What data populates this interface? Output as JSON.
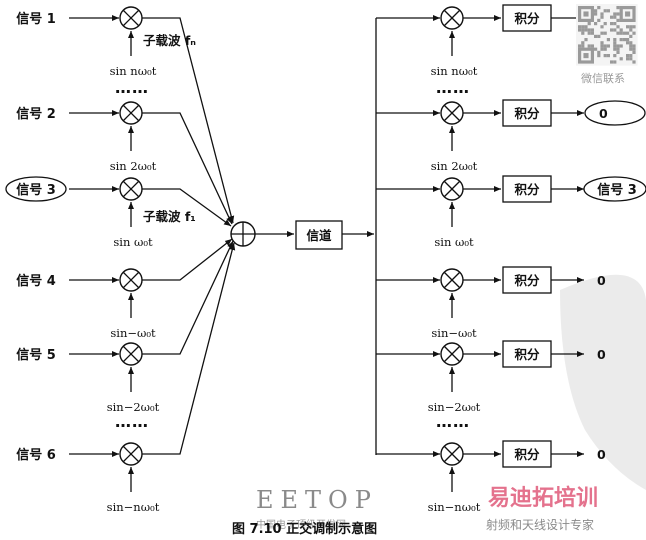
{
  "inputs": [
    {
      "label": "信号 1",
      "carrier": "sin nω₀t",
      "ellipse": false
    },
    {
      "label": "信号 2",
      "carrier": "sin 2ω₀t",
      "ellipse": false
    },
    {
      "label": "信号 3",
      "carrier": "sin ω₀t",
      "ellipse": true
    },
    {
      "label": "信号 4",
      "carrier": "sin−ω₀t",
      "ellipse": false
    },
    {
      "label": "信号 5",
      "carrier": "sin−2ω₀t",
      "ellipse": false
    },
    {
      "label": "信号 6",
      "carrier": "sin−nω₀t",
      "ellipse": false
    }
  ],
  "outputs": [
    {
      "carrier": "sin nω₀t",
      "block": "积分",
      "result": "0",
      "ellipse": false
    },
    {
      "carrier": "sin 2ω₀t",
      "block": "积分",
      "result": "0",
      "ellipse": true
    },
    {
      "carrier": "sin ω₀t",
      "block": "积分",
      "result": "信号 3",
      "ellipse": true
    },
    {
      "carrier": "sin−ω₀t",
      "block": "积分",
      "result": "0",
      "ellipse": false
    },
    {
      "carrier": "sin−2ω₀t",
      "block": "积分",
      "result": "0",
      "ellipse": false
    },
    {
      "carrier": "sin−nω₀t",
      "block": "积分",
      "result": "0",
      "ellipse": false
    }
  ],
  "subcarrier_n": "子载波 fₙ",
  "subcarrier_1": "子载波 f₁",
  "dots": "……",
  "channel": "信道",
  "caption": "图 7.10  正交调制示意图",
  "watermarks": {
    "eetop": "EETOP",
    "eetop_sub": "中国电子顶级开发网",
    "red": "易迪拓培训",
    "red_sub": "射频和天线设计专家",
    "qr_caption": "微信联系"
  }
}
